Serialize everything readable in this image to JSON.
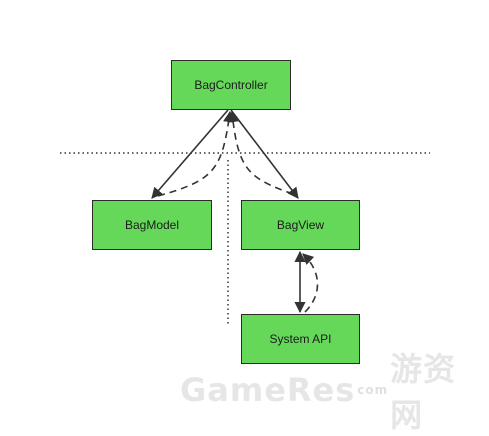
{
  "nodes": {
    "controller": "BagController",
    "model": "BagModel",
    "view": "BagView",
    "system": "System API"
  },
  "watermark": {
    "brand": "GameRes",
    "separator": "com",
    "suffix": "游资网"
  },
  "colors": {
    "node_fill": "#65d85a",
    "node_border": "#2b2b2b",
    "arrow": "#333333",
    "divider": "#333333",
    "watermark": "#e6e6e6"
  }
}
